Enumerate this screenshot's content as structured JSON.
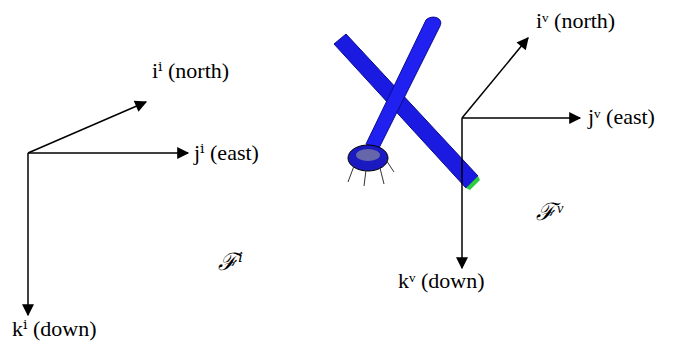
{
  "diagram": {
    "labels": [
      "iⁱ (north)",
      "jⁱ (east)",
      "kⁱ (down)",
      "ℱⁱ",
      "iᵛ (north)",
      "jᵛ (east)",
      "kᵛ (down)",
      "ℱᵛ"
    ]
  }
}
